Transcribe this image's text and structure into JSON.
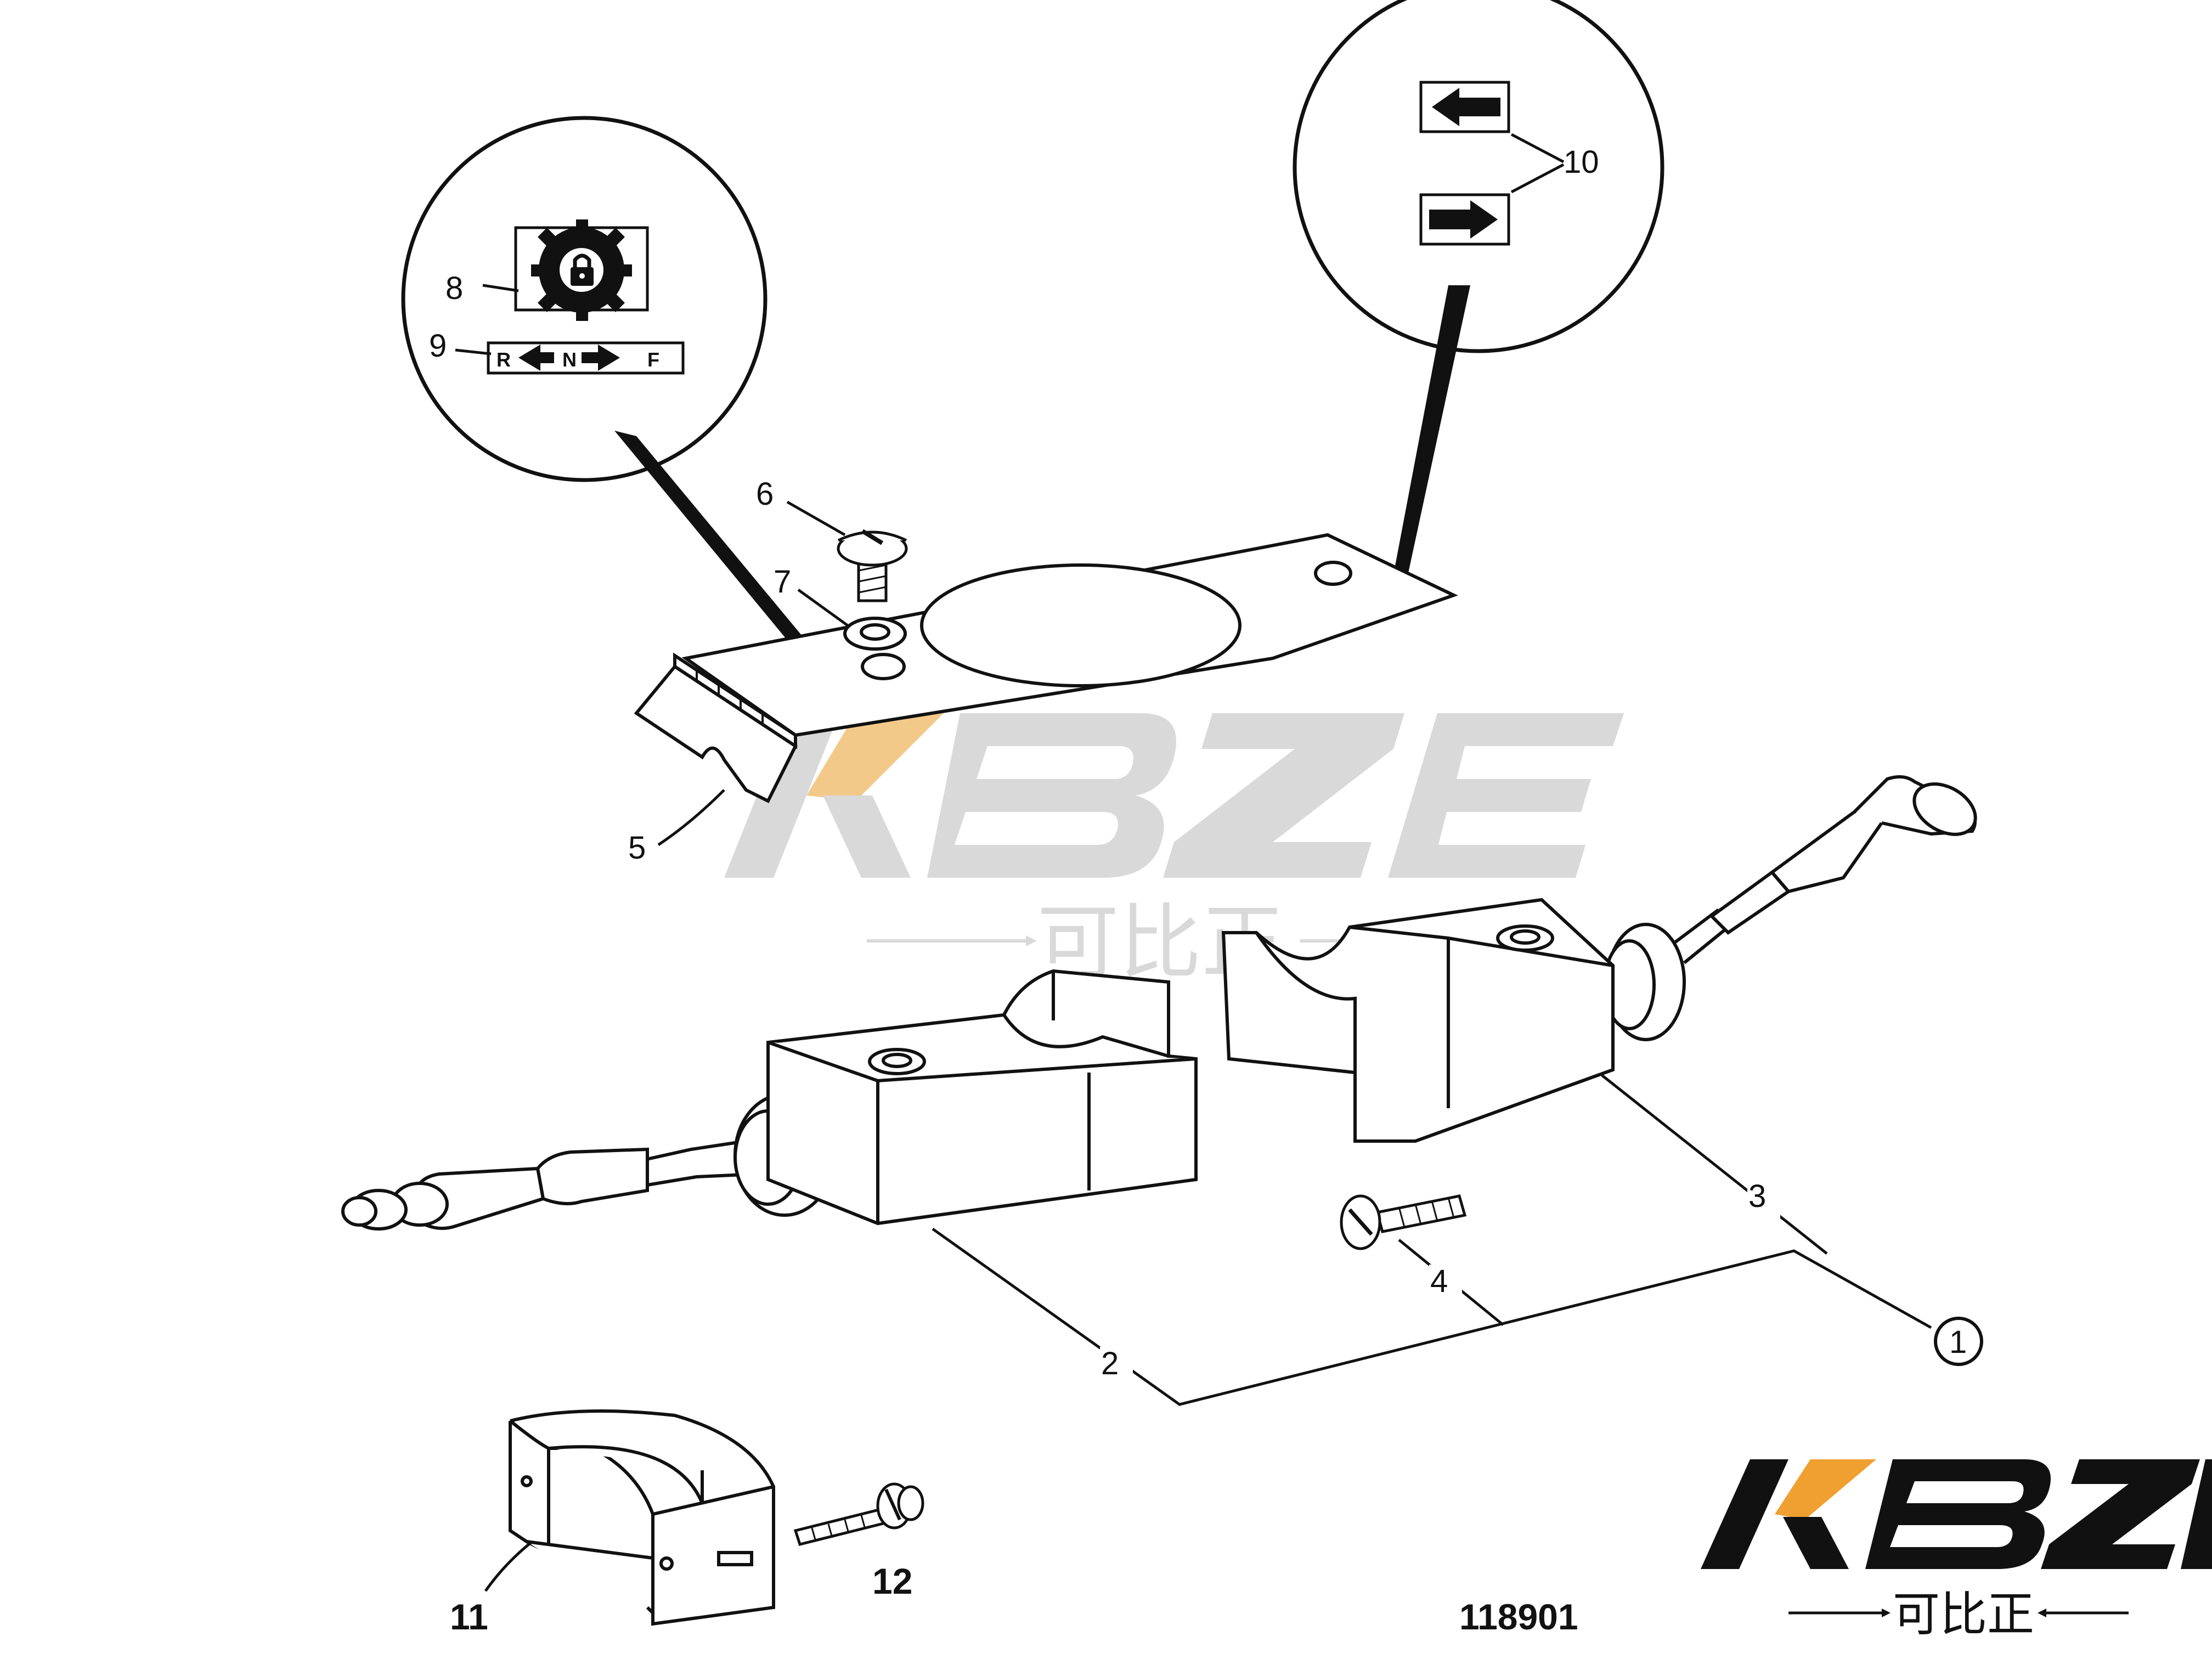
{
  "diagram": {
    "callouts": {
      "c1": "1",
      "c2": "2",
      "c3": "3",
      "c4": "4",
      "c5": "5",
      "c6": "6",
      "c7": "7",
      "c8": "8",
      "c9": "9",
      "c10": "10",
      "c11": "11",
      "c12": "12"
    },
    "decal_letters": {
      "r": "R",
      "n": "N",
      "f": "F"
    },
    "drawing_number": "118901"
  },
  "watermark": {
    "latin": "KBZE",
    "chinese": "可比正"
  },
  "logo": {
    "latin": "KBZE",
    "chinese": "可比正",
    "accent_color": "#f0a030",
    "dark_color": "#111111"
  },
  "colors": {
    "line": "#111111",
    "part_fill": "#ffffff",
    "watermark": "#d9d9d9"
  }
}
